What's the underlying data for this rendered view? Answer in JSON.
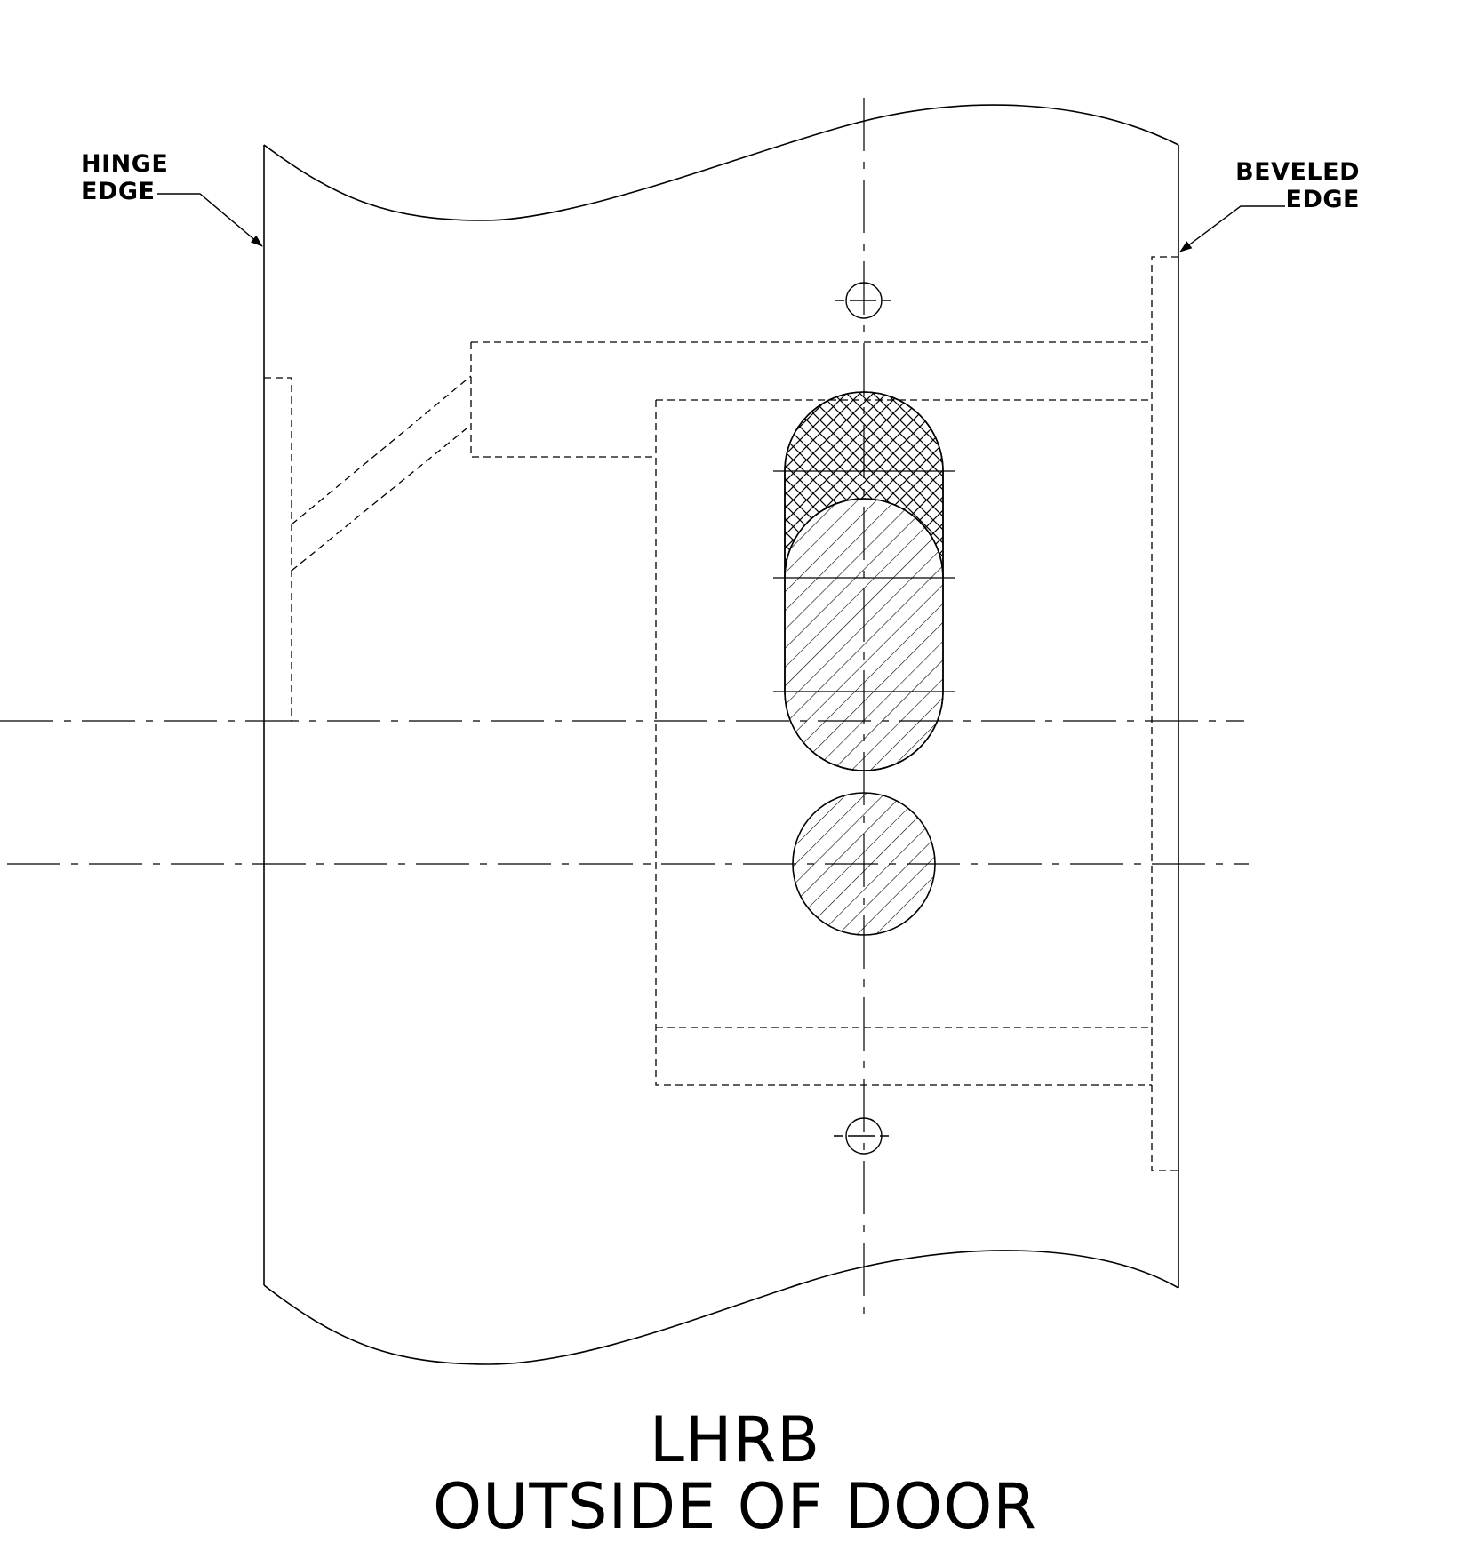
{
  "labels": {
    "hinge_edge": "HINGE\nEDGE",
    "beveled_edge": "BEVELED\nEDGE"
  },
  "caption": {
    "title": "LHRB",
    "subtitle": "OUTSIDE OF DOOR"
  },
  "colors": {
    "line": "#000000",
    "background": "#ffffff"
  }
}
